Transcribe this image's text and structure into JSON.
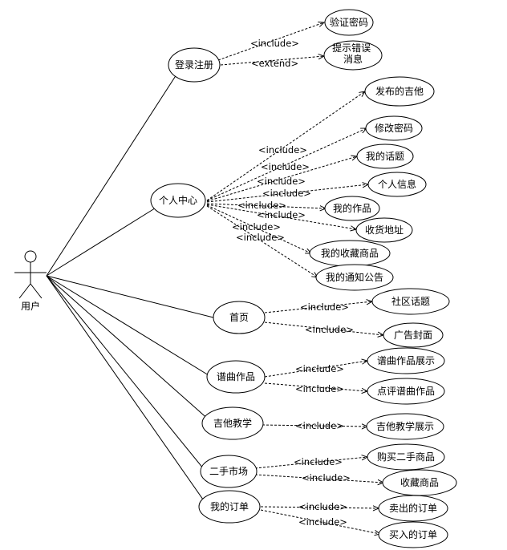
{
  "actor": {
    "label": "用户"
  },
  "use_cases": {
    "login": "登录注册",
    "verify_password": "验证密码",
    "error_message": "提示错误消息",
    "personal_center": "个人中心",
    "publish_guitar": "发布的吉他",
    "change_password": "修改密码",
    "my_topics": "我的话题",
    "personal_info": "个人信息",
    "my_works": "我的作品",
    "shipping_address": "收货地址",
    "my_favorites": "我的收藏商品",
    "my_notices": "我的通知公告",
    "home": "首页",
    "community_topics": "社区话题",
    "ad_cover": "广告封面",
    "scores": "谱曲作品",
    "scores_display": "谱曲作品展示",
    "review_scores": "点评谱曲作品",
    "guitar_teaching": "吉他教学",
    "teaching_display": "吉他教学展示",
    "second_hand": "二手市场",
    "buy_second_hand": "购买二手商品",
    "favorite_goods": "收藏商品",
    "my_orders": "我的订单",
    "sold_orders": "卖出的订单",
    "bought_orders": "买入的订单"
  },
  "relations": {
    "include": "<include>",
    "extend": "<extend>"
  }
}
